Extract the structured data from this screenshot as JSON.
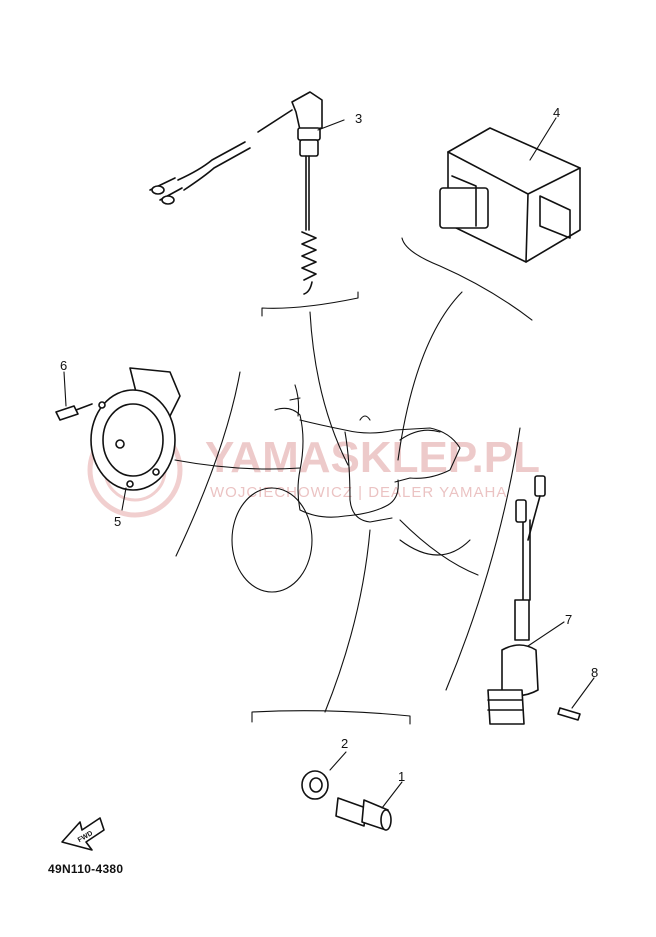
{
  "diagram": {
    "drawing_code": "49N110-4380",
    "fwd_label": "FWD",
    "watermark": {
      "brand": "YAMASKLEP.PL",
      "tagline": "WOJCIECHOWICZ | DEALER YAMAHA"
    },
    "callouts": [
      {
        "id": "1",
        "label": "1"
      },
      {
        "id": "2",
        "label": "2"
      },
      {
        "id": "3",
        "label": "3"
      },
      {
        "id": "4",
        "label": "4"
      },
      {
        "id": "5",
        "label": "5"
      },
      {
        "id": "6",
        "label": "6"
      },
      {
        "id": "7",
        "label": "7"
      },
      {
        "id": "8",
        "label": "8"
      }
    ]
  }
}
